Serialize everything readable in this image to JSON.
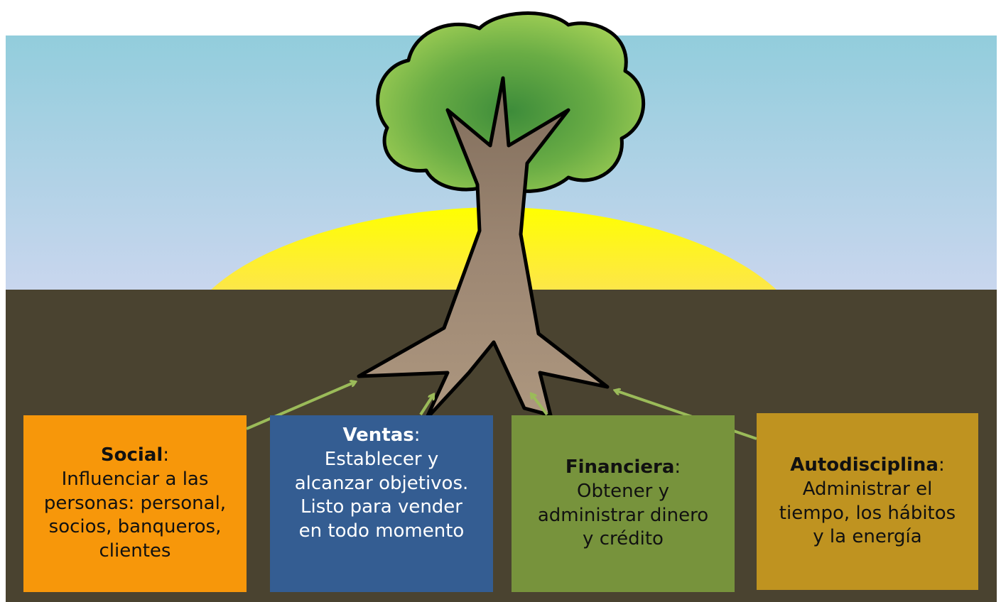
{
  "colors": {
    "sky_top": "#92cddc",
    "sky_bottom": "#c9d6ee",
    "sun": "#ffff00",
    "ground": "#4a4330",
    "trunk": "#a08a76",
    "foliage_light": "#a4d156",
    "foliage_dark": "#3d8c3a",
    "arrow": "#9bbb59"
  },
  "boxes": [
    {
      "key": "social",
      "title": "Social",
      "lines": [
        "Influenciar a las",
        "personas: personal,",
        "socios, banqueros,",
        "clientes"
      ],
      "color": "#f7970a"
    },
    {
      "key": "ventas",
      "title": "Ventas",
      "lines": [
        "Establecer y",
        "alcanzar objetivos.",
        "Listo para vender",
        "en todo momento"
      ],
      "color": "#345d92"
    },
    {
      "key": "financiera",
      "title": "Financiera",
      "lines": [
        "Obtener y",
        "administrar dinero",
        "y crédito"
      ],
      "color": "#77933c"
    },
    {
      "key": "autodisciplina",
      "title": "Autodisciplina",
      "lines": [
        "Administrar el",
        "tiempo, los hábitos",
        "y la energía"
      ],
      "color": "#bf9320"
    }
  ]
}
